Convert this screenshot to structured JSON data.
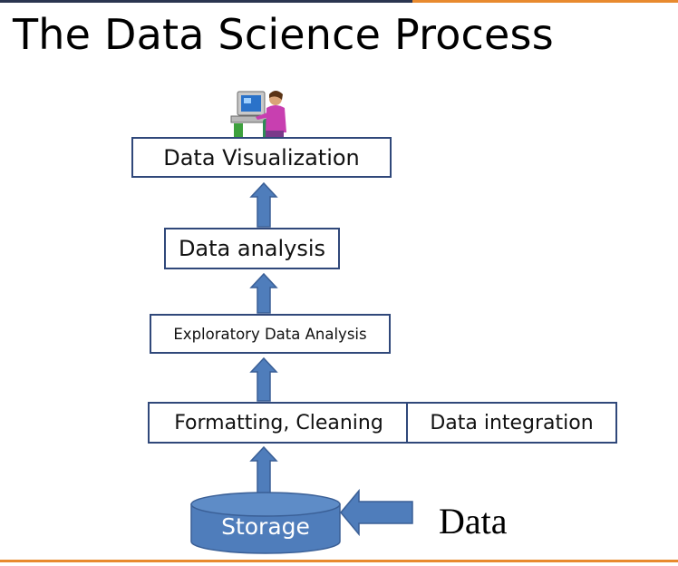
{
  "slide": {
    "title": "The Data Science Process"
  },
  "diagram": {
    "steps": {
      "visualization": "Data Visualization",
      "analysis": "Data analysis",
      "eda": "Exploratory Data Analysis",
      "formatting": "Formatting, Cleaning",
      "integration": "Data integration"
    },
    "storage": "Storage",
    "input": "Data"
  },
  "colors": {
    "arrow_fill": "#4f7dbb",
    "arrow_stroke": "#3a5f96",
    "box_border": "#30487a",
    "accent_orange": "#e88a2e",
    "header_dark": "#2a3550"
  },
  "icons": {
    "top": "person-at-computer-icon"
  }
}
